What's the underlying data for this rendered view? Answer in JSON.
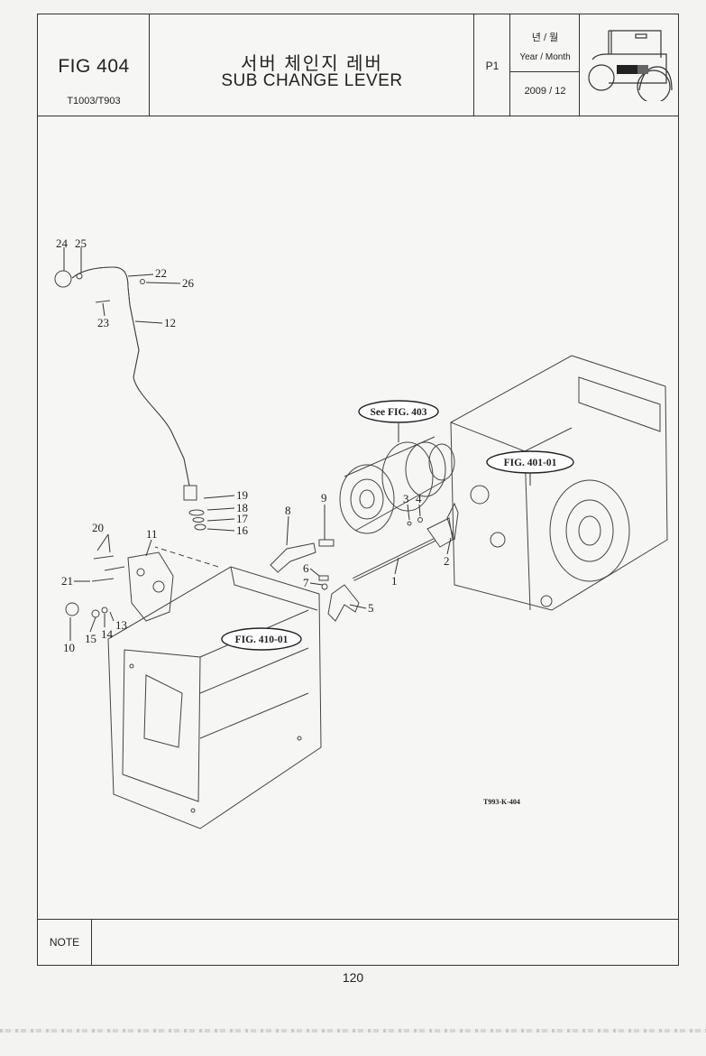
{
  "header": {
    "fig_number": "FIG 404",
    "model": "T1003/T903",
    "title_korean": "서버 체인지 레버",
    "title_english": "SUB CHANGE LEVER",
    "page_code": "P1",
    "year_month_korean": "년 / 월",
    "year_month_label": "Year / Month",
    "date": "2009 / 12",
    "logo_icon": "tractor-icon"
  },
  "diagram": {
    "callouts": [
      "24",
      "25",
      "22",
      "26",
      "23",
      "12",
      "19",
      "18",
      "17",
      "16",
      "20",
      "11",
      "21",
      "10",
      "15",
      "14",
      "13",
      "8",
      "9",
      "6",
      "7",
      "5",
      "1",
      "3",
      "4",
      "2"
    ],
    "references": [
      "See FIG. 403",
      "FIG. 401-01",
      "FIG. 410-01"
    ],
    "drawing_code": "T993-K-404"
  },
  "footer": {
    "note_label": "NOTE",
    "page_number": "120"
  }
}
